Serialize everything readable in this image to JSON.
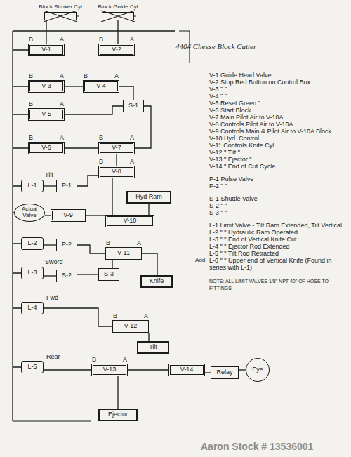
{
  "diagram": {
    "title": "440# Cheese Block Cutter",
    "nodes": [
      {
        "text": [
          "Block Stroker Cyl"
        ]
      },
      {
        "text": [
          "Block Guide Cyl"
        ]
      },
      {
        "text": [
          "V-1"
        ]
      },
      {
        "text": [
          "V-2"
        ]
      },
      {
        "text": [
          "V-3"
        ]
      },
      {
        "text": [
          "V-4"
        ]
      },
      {
        "text": [
          "V-5"
        ]
      },
      {
        "text": [
          "S-1"
        ]
      },
      {
        "text": [
          "V-6"
        ]
      },
      {
        "text": [
          "V-7"
        ]
      },
      {
        "text": [
          "V-8"
        ]
      },
      {
        "text": [
          "L-1"
        ]
      },
      {
        "text": [
          "P-1"
        ]
      },
      {
        "text": [
          "Hyd Ram"
        ]
      },
      {
        "text": [
          "Actual Valve"
        ]
      },
      {
        "text": [
          "V-9"
        ]
      },
      {
        "text": [
          "V-10"
        ]
      },
      {
        "text": [
          "L-2"
        ]
      },
      {
        "text": [
          "P-2"
        ]
      },
      {
        "text": [
          "V-11"
        ]
      },
      {
        "text": [
          "L-3"
        ]
      },
      {
        "text": [
          "S-2"
        ]
      },
      {
        "text": [
          "S-3"
        ]
      },
      {
        "text": [
          "Knife"
        ]
      },
      {
        "text": [
          "L-4"
        ]
      },
      {
        "text": [
          "V-12"
        ]
      },
      {
        "text": [
          "Tilt"
        ]
      },
      {
        "text": [
          "L-5"
        ]
      },
      {
        "text": [
          "V-13"
        ]
      },
      {
        "text": [
          "V-14"
        ]
      },
      {
        "text": [
          "Relay"
        ]
      },
      {
        "text": [
          "Eye"
        ]
      },
      {
        "text": [
          "Ejector"
        ]
      }
    ],
    "edges": [
      {
        "from": 2,
        "to": 0,
        "arrow": "none"
      },
      {
        "from": 3,
        "to": 1,
        "arrow": "none"
      },
      {
        "from": 4,
        "to": 5,
        "arrow": "none"
      },
      {
        "from": 5,
        "to": 7,
        "arrow": "none"
      },
      {
        "from": 6,
        "to": 7,
        "arrow": "none"
      },
      {
        "from": 7,
        "to": 9,
        "arrow": "none"
      },
      {
        "from": 8,
        "to": 9,
        "arrow": "none"
      },
      {
        "from": 9,
        "to": 10,
        "arrow": "none"
      },
      {
        "from": 10,
        "to": 16,
        "arrow": "none"
      },
      {
        "from": 15,
        "to": 16,
        "arrow": "none"
      },
      {
        "from": 16,
        "to": 13,
        "arrow": "none"
      },
      {
        "from": 11,
        "to": 12,
        "arrow": "none"
      },
      {
        "from": 12,
        "to": 10,
        "arrow": "none"
      },
      {
        "from": 14,
        "to": 15,
        "arrow": "none"
      },
      {
        "from": 17,
        "to": 18,
        "arrow": "none"
      },
      {
        "from": 18,
        "to": 19,
        "arrow": "none"
      },
      {
        "from": 20,
        "to": 21,
        "arrow": "none"
      },
      {
        "from": 21,
        "to": 22,
        "arrow": "none"
      },
      {
        "from": 22,
        "to": 19,
        "arrow": "none"
      },
      {
        "from": 19,
        "to": 23,
        "arrow": "none"
      },
      {
        "from": 24,
        "to": 25,
        "arrow": "none"
      },
      {
        "from": 25,
        "to": 26,
        "arrow": "none"
      },
      {
        "from": 27,
        "to": 28,
        "arrow": "none"
      },
      {
        "from": 28,
        "to": 32,
        "arrow": "none"
      },
      {
        "from": 28,
        "to": 29,
        "arrow": "none"
      },
      {
        "from": 29,
        "to": 30,
        "arrow": "none"
      },
      {
        "from": 30,
        "to": 31,
        "arrow": "none"
      }
    ],
    "labels": [
      "B",
      "A",
      "B",
      "A",
      "B",
      "A",
      "B",
      "A",
      "B",
      "A",
      "B",
      "A",
      "B",
      "A",
      "B",
      "A",
      "B",
      "A",
      "B",
      "A",
      "B",
      "A",
      "Tilt",
      "Sword",
      "Fwd",
      "Rear",
      "V-1 Guide Head Valve",
      "V-2 Stop Red Button on Control Box",
      "V-3 \" \"",
      "V-4 \" \"",
      "V-5 Reset Green \"",
      "V-6 Start Block",
      "V-7 Main Pilot Air to V-10A",
      "V-8 Controls Pilot Air to V-10A",
      "V-9 Controls Main & Pilot Air to V-10A Block",
      "V-10 Hyd. Control",
      "V-11 Controls Knife Cyl.",
      "V-12 \" Tilt \"",
      "V-13 \" Ejector \"",
      "V-14 \" End of Cut Cycle",
      "P-1 Pulse Valve",
      "P-2 \" \"",
      "S-1 Shuttle Valve",
      "S-2 \" \"",
      "S-3 \" \"",
      "L-1 Limit Valve - Tilt Ram Extended, Tilt Vertical",
      "L-2 \" \" Hydraulic Ram Operated",
      "L-3 \" \" End of Vertical Knife Cut",
      "L-4 \" \" Ejector Rod Extended",
      "L-5 \" \" Tilt Rod Retracted",
      "L-6 \" \" Upper end of Vertical Knife (Found in series with L-1)",
      "Add",
      "NOTE: ALL LIMIT VALVES 1/8\" NPT 40\" OF HOSE TO FITTINGS",
      "Aaron Stock # 13536001"
    ]
  }
}
